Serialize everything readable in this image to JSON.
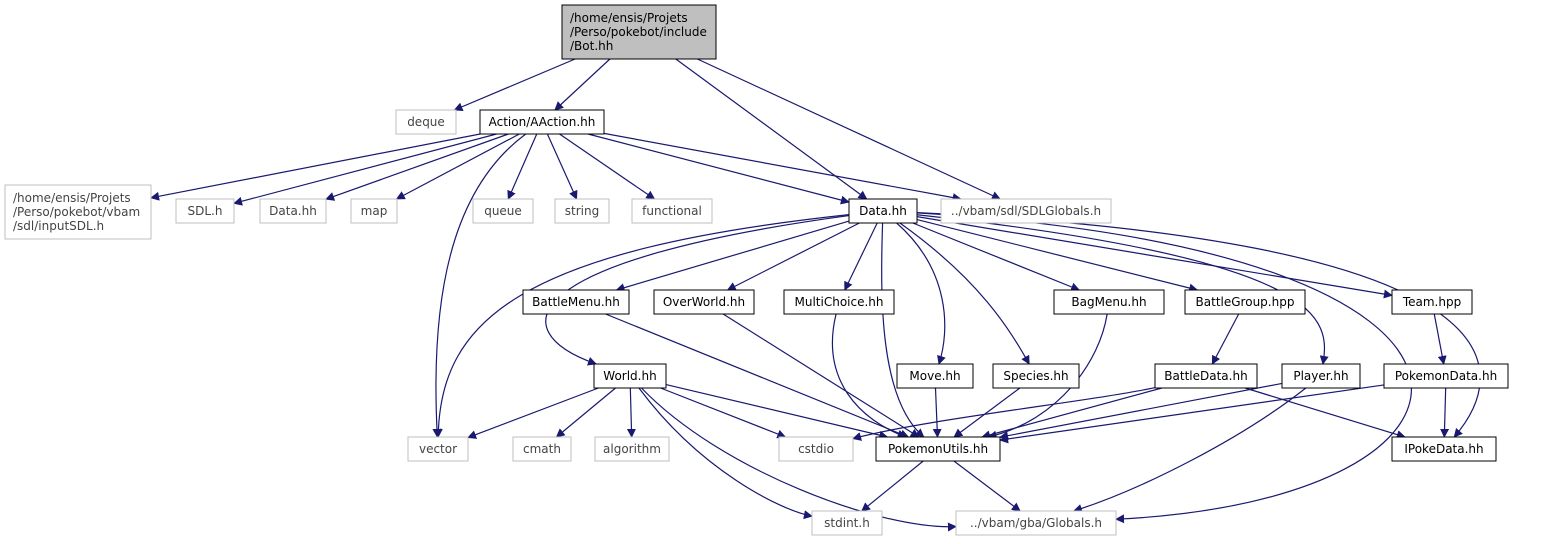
{
  "diagram": {
    "type": "include-dependency-graph",
    "edge_color": "#191970",
    "root_fill": "#bfbfbf",
    "external_border": "#bfbfbf",
    "nodes": [
      {
        "id": "bot",
        "lines": [
          "/home/ensis/Projets",
          "/Perso/pokebot/include",
          "/Bot.hh"
        ],
        "kind": "root"
      },
      {
        "id": "deque",
        "lines": [
          "deque"
        ],
        "kind": "external"
      },
      {
        "id": "aaction",
        "lines": [
          "Action/AAction.hh"
        ],
        "kind": "local"
      },
      {
        "id": "inputsdl",
        "lines": [
          "/home/ensis/Projets",
          "/Perso/pokebot/vbam",
          "/sdl/inputSDL.h"
        ],
        "kind": "external"
      },
      {
        "id": "sdl",
        "lines": [
          "SDL.h"
        ],
        "kind": "external"
      },
      {
        "id": "datahh_ext",
        "lines": [
          "Data.hh"
        ],
        "kind": "external"
      },
      {
        "id": "map",
        "lines": [
          "map"
        ],
        "kind": "external"
      },
      {
        "id": "queue",
        "lines": [
          "queue"
        ],
        "kind": "external"
      },
      {
        "id": "string",
        "lines": [
          "string"
        ],
        "kind": "external"
      },
      {
        "id": "functional",
        "lines": [
          "functional"
        ],
        "kind": "external"
      },
      {
        "id": "data",
        "lines": [
          "Data.hh"
        ],
        "kind": "local"
      },
      {
        "id": "sdlglobals",
        "lines": [
          "../vbam/sdl/SDLGlobals.h"
        ],
        "kind": "external"
      },
      {
        "id": "battlemenu",
        "lines": [
          "BattleMenu.hh"
        ],
        "kind": "local"
      },
      {
        "id": "overworld",
        "lines": [
          "OverWorld.hh"
        ],
        "kind": "local"
      },
      {
        "id": "multichoice",
        "lines": [
          "MultiChoice.hh"
        ],
        "kind": "local"
      },
      {
        "id": "bagmenu",
        "lines": [
          "BagMenu.hh"
        ],
        "kind": "local"
      },
      {
        "id": "battlegroup",
        "lines": [
          "BattleGroup.hpp"
        ],
        "kind": "local"
      },
      {
        "id": "team",
        "lines": [
          "Team.hpp"
        ],
        "kind": "local"
      },
      {
        "id": "world",
        "lines": [
          "World.hh"
        ],
        "kind": "local"
      },
      {
        "id": "move",
        "lines": [
          "Move.hh"
        ],
        "kind": "local"
      },
      {
        "id": "species",
        "lines": [
          "Species.hh"
        ],
        "kind": "local"
      },
      {
        "id": "battledata",
        "lines": [
          "BattleData.hh"
        ],
        "kind": "local"
      },
      {
        "id": "player",
        "lines": [
          "Player.hh"
        ],
        "kind": "local"
      },
      {
        "id": "pokemondata",
        "lines": [
          "PokemonData.hh"
        ],
        "kind": "local"
      },
      {
        "id": "vector",
        "lines": [
          "vector"
        ],
        "kind": "external"
      },
      {
        "id": "cmath",
        "lines": [
          "cmath"
        ],
        "kind": "external"
      },
      {
        "id": "algorithm",
        "lines": [
          "algorithm"
        ],
        "kind": "external"
      },
      {
        "id": "cstdio",
        "lines": [
          "cstdio"
        ],
        "kind": "external"
      },
      {
        "id": "pokemonutils",
        "lines": [
          "PokemonUtils.hh"
        ],
        "kind": "local"
      },
      {
        "id": "ipokedata",
        "lines": [
          "IPokeData.hh"
        ],
        "kind": "local"
      },
      {
        "id": "stdint",
        "lines": [
          "stdint.h"
        ],
        "kind": "external"
      },
      {
        "id": "gbaglobals",
        "lines": [
          "../vbam/gba/Globals.h"
        ],
        "kind": "external"
      }
    ],
    "edges": [
      {
        "from": "bot",
        "to": "deque"
      },
      {
        "from": "bot",
        "to": "aaction"
      },
      {
        "from": "bot",
        "to": "data"
      },
      {
        "from": "bot",
        "to": "sdlglobals"
      },
      {
        "from": "aaction",
        "to": "inputsdl"
      },
      {
        "from": "aaction",
        "to": "sdl"
      },
      {
        "from": "aaction",
        "to": "datahh_ext"
      },
      {
        "from": "aaction",
        "to": "map"
      },
      {
        "from": "aaction",
        "to": "queue"
      },
      {
        "from": "aaction",
        "to": "string"
      },
      {
        "from": "aaction",
        "to": "functional"
      },
      {
        "from": "aaction",
        "to": "data"
      },
      {
        "from": "aaction",
        "to": "sdlglobals"
      },
      {
        "from": "aaction",
        "to": "vector"
      },
      {
        "from": "data",
        "to": "battlemenu"
      },
      {
        "from": "data",
        "to": "overworld"
      },
      {
        "from": "data",
        "to": "multichoice"
      },
      {
        "from": "data",
        "to": "bagmenu"
      },
      {
        "from": "data",
        "to": "battlegroup"
      },
      {
        "from": "data",
        "to": "team"
      },
      {
        "from": "data",
        "to": "world"
      },
      {
        "from": "data",
        "to": "move"
      },
      {
        "from": "data",
        "to": "species"
      },
      {
        "from": "data",
        "to": "player"
      },
      {
        "from": "data",
        "to": "vector"
      },
      {
        "from": "data",
        "to": "pokemonutils"
      },
      {
        "from": "data",
        "to": "ipokedata"
      },
      {
        "from": "data",
        "to": "gbaglobals"
      },
      {
        "from": "battlemenu",
        "to": "pokemonutils"
      },
      {
        "from": "overworld",
        "to": "pokemonutils"
      },
      {
        "from": "multichoice",
        "to": "pokemonutils"
      },
      {
        "from": "bagmenu",
        "to": "pokemonutils"
      },
      {
        "from": "battlegroup",
        "to": "battledata"
      },
      {
        "from": "team",
        "to": "pokemondata"
      },
      {
        "from": "world",
        "to": "vector"
      },
      {
        "from": "world",
        "to": "cmath"
      },
      {
        "from": "world",
        "to": "algorithm"
      },
      {
        "from": "world",
        "to": "cstdio"
      },
      {
        "from": "world",
        "to": "pokemonutils"
      },
      {
        "from": "world",
        "to": "stdint"
      },
      {
        "from": "world",
        "to": "gbaglobals"
      },
      {
        "from": "move",
        "to": "pokemonutils"
      },
      {
        "from": "species",
        "to": "pokemonutils"
      },
      {
        "from": "battledata",
        "to": "cstdio"
      },
      {
        "from": "battledata",
        "to": "pokemonutils"
      },
      {
        "from": "battledata",
        "to": "ipokedata"
      },
      {
        "from": "player",
        "to": "pokemonutils"
      },
      {
        "from": "player",
        "to": "gbaglobals"
      },
      {
        "from": "pokemondata",
        "to": "pokemonutils"
      },
      {
        "from": "pokemondata",
        "to": "ipokedata"
      },
      {
        "from": "pokemonutils",
        "to": "stdint"
      },
      {
        "from": "pokemonutils",
        "to": "gbaglobals"
      }
    ]
  }
}
